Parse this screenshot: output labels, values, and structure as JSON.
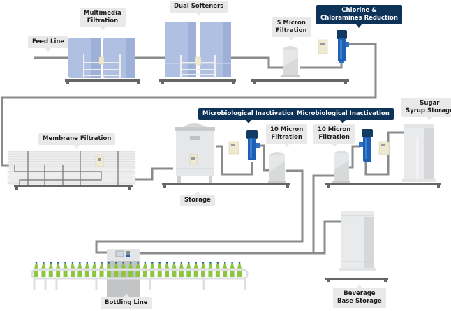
{
  "title": "Beverage water treatment and bottling process",
  "colors": {
    "pipe": "#8a8b8d",
    "softener_tank": "#afc0e2",
    "steel_tank": "#e3e4e6",
    "uv_unit": "#1d5fb3",
    "uv_cap": "#123a63",
    "label_bg": "#e9e9ea",
    "dark_label_bg": "#0e3358",
    "bottle": "#8cc63f",
    "control_panel": "#efeacf"
  },
  "labels": {
    "feed_line": "Feed Line",
    "multimedia_filtration": [
      "Multimedia",
      "Filtration"
    ],
    "dual_softeners": "Dual Softeners",
    "five_micron_filtration": [
      "5 Micron",
      "Filtration"
    ],
    "chlorine_reduction": [
      "Chlorine &",
      "Chloramines Reduction"
    ],
    "membrane_filtration": "Membrane Filtration",
    "microbiological_inactivation_1": "Microbiological Inactivation",
    "microbiological_inactivation_2": "Microbiological Inactivation",
    "ten_micron_filtration_1": [
      "10 Micron",
      "Filtration"
    ],
    "ten_micron_filtration_2": [
      "10 Micron",
      "Filtration"
    ],
    "sugar_syrup_storage": [
      "Sugar",
      "Syrup Storage"
    ],
    "storage": "Storage",
    "beverage_base_storage": [
      "Beverage",
      "Base Storage"
    ],
    "bottling_line": "Bottling Line"
  },
  "bottling": {
    "bottle_count": 29
  }
}
